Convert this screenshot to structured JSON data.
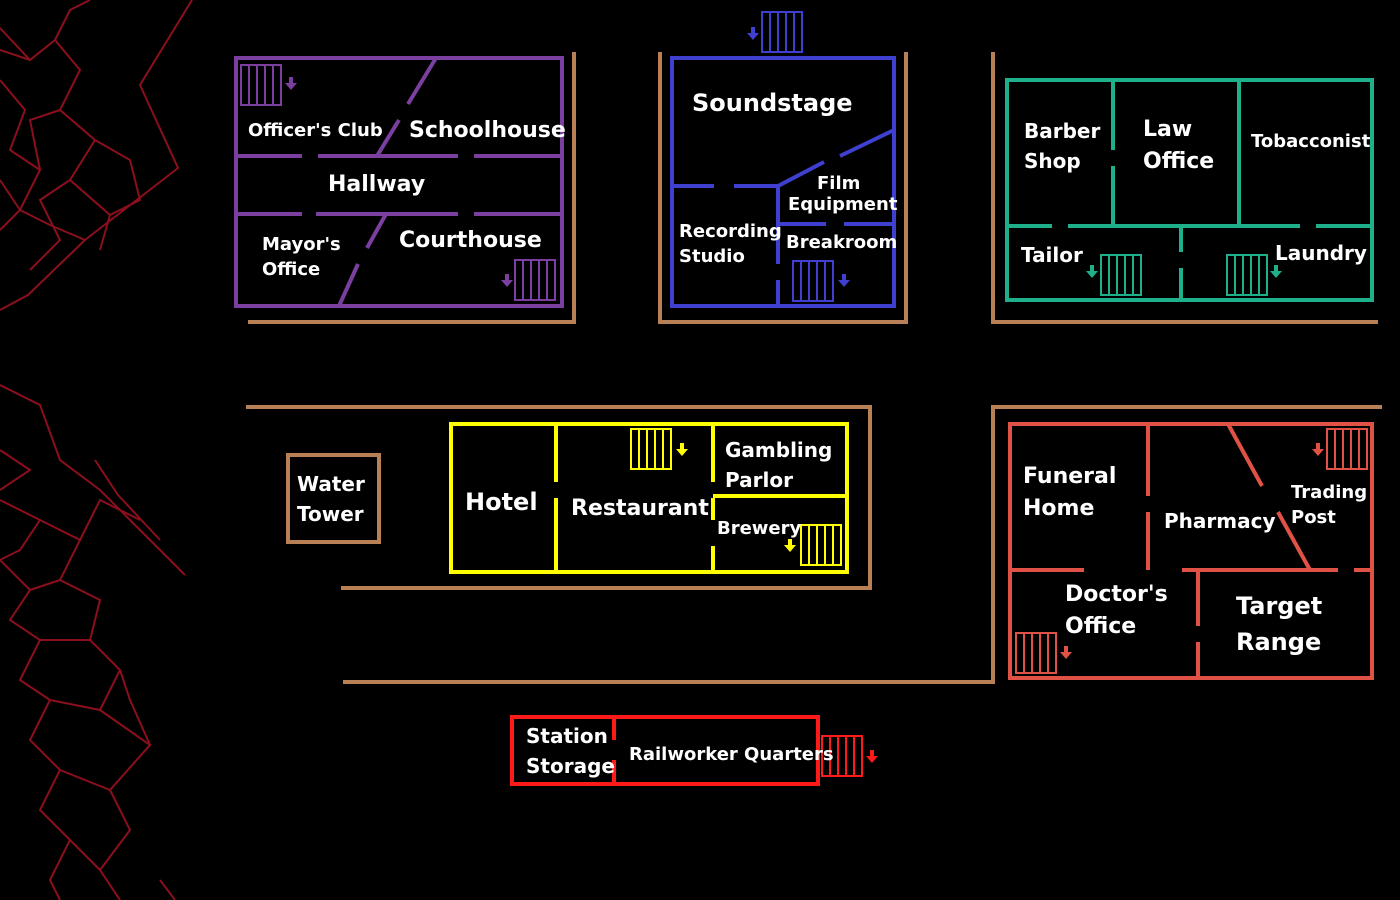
{
  "colors": {
    "background": "#000000",
    "road": "#b97f55",
    "cracks": "#8b0f1c",
    "civic": "#7b3fa0",
    "studio": "#3f3fd0",
    "shops": "#1db08a",
    "hotel": "#ffff00",
    "medical": "#e05245",
    "station": "#ff1a1a",
    "label": "#ffffff"
  },
  "icons": [
    "staircase-icon",
    "arrow-down-icon"
  ],
  "civic_building": {
    "officers_club": "Officer's Club",
    "schoolhouse": "Schoolhouse",
    "hallway": "Hallway",
    "mayors_office_1": "Mayor's",
    "mayors_office_2": "Office",
    "courthouse": "Courthouse"
  },
  "studio_building": {
    "soundstage": "Soundstage",
    "film_equipment_1": "Film",
    "film_equipment_2": "Equipment",
    "recording_studio_1": "Recording",
    "recording_studio_2": "Studio",
    "breakroom": "Breakroom"
  },
  "shops_building": {
    "barber_shop_1": "Barber",
    "barber_shop_2": "Shop",
    "law_office_1": "Law",
    "law_office_2": "Office",
    "tobacconist": "Tobacconist",
    "tailor": "Tailor",
    "laundry": "Laundry"
  },
  "water_tower": {
    "line1": "Water",
    "line2": "Tower"
  },
  "hotel_building": {
    "hotel": "Hotel",
    "restaurant": "Restaurant",
    "gambling_parlor_1": "Gambling",
    "gambling_parlor_2": "Parlor",
    "brewery": "Brewery"
  },
  "medical_building": {
    "funeral_home_1": "Funeral",
    "funeral_home_2": "Home",
    "pharmacy": "Pharmacy",
    "trading_post_1": "Trading",
    "trading_post_2": "Post",
    "doctors_office_1": "Doctor's",
    "doctors_office_2": "Office",
    "target_range_1": "Target",
    "target_range_2": "Range"
  },
  "station_building": {
    "station_storage_1": "Station",
    "station_storage_2": "Storage",
    "railworker_quarters": "Railworker Quarters"
  }
}
